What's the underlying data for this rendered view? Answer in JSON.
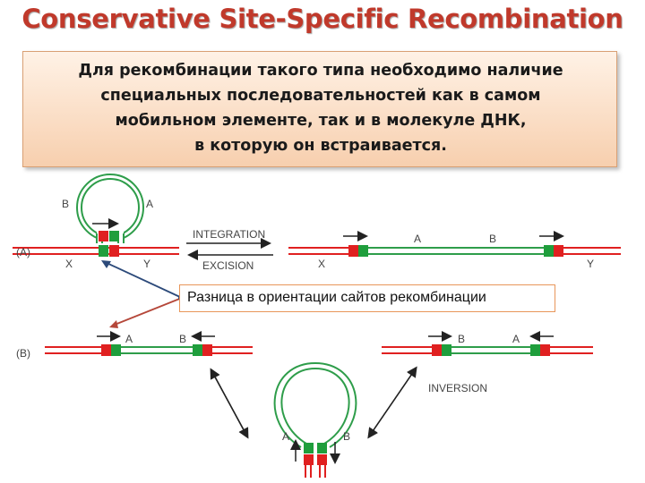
{
  "title": "Conservative Site-Specific Recombination",
  "info": {
    "lines": [
      "Для рекомбинации такого типа необходимо наличие",
      "специальных последовательностей как в самом",
      "мобильном элементе, так и в молекуле ДНК,",
      "в которую он встраивается."
    ]
  },
  "callout": "Разница в ориентации сайтов рекомбинации",
  "panel_a": {
    "label": "(A)",
    "circle_left": "B",
    "circle_right": "A",
    "left_x": "X",
    "left_y": "Y",
    "integration": "INTEGRATION",
    "excision": "EXCISION",
    "right_a": "A",
    "right_b": "B",
    "right_x": "X",
    "right_y": "Y"
  },
  "panel_b": {
    "label": "(B)",
    "left_a": "A",
    "left_b": "B",
    "right_b": "B",
    "right_a": "A",
    "inversion": "INVERSION",
    "loop_a": "A",
    "loop_b": "B"
  },
  "colors": {
    "dna_red": "#e02020",
    "element_green": "#2e9d4a",
    "site_red": "#e02020",
    "site_green": "#1f9e3c",
    "arrow_blue": "#2c4a7a",
    "arrow_red": "#b5473a",
    "title": "#c0392b"
  }
}
